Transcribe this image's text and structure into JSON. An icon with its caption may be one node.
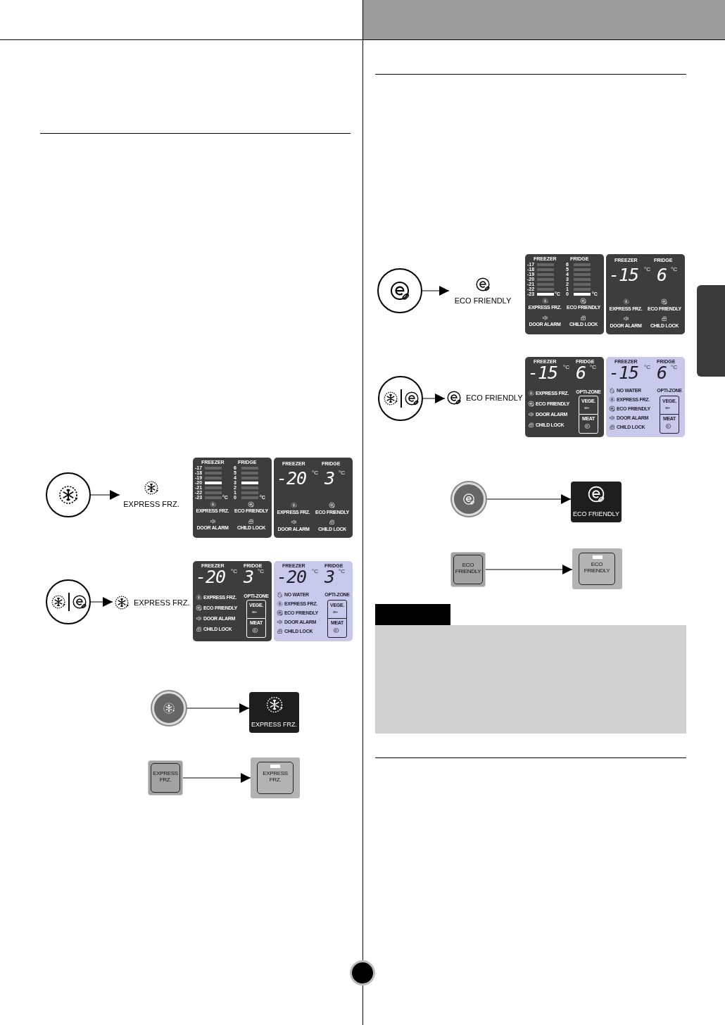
{
  "diagram": {
    "nodes": [
      {
        "text": [],
        "shape": "circle"
      },
      {
        "text": [
          "EXPRESS FRZ."
        ]
      },
      {
        "text": [
          "FREEZER",
          "FRIDGE",
          "-17",
          "6",
          "-18",
          "5",
          "-19",
          "4",
          "-20",
          "3",
          "-21",
          "2",
          "-22",
          "1",
          "-23",
          "°C",
          "0",
          "°C",
          "EXPRESS FRZ.",
          "ECO FRIENDLY",
          "DOOR ALARM",
          "CHILD LOCK"
        ]
      },
      {
        "text": [
          "FREEZER",
          "FRIDGE",
          "-20",
          "°C",
          "3",
          "°C",
          "EXPRESS FRZ.",
          "ECO FRIENDLY",
          "DOOR ALARM",
          "CHILD LOCK"
        ]
      },
      {
        "text": [],
        "shape": "circle"
      },
      {
        "text": [
          "EXPRESS FRZ."
        ]
      },
      {
        "text": [
          "FREEZER",
          "FRIDGE",
          "-20",
          "°C",
          "3",
          "°C",
          "EXPRESS FRZ.",
          "OPTI-ZONE",
          "ECO FRIENDLY",
          "VEGE.",
          "DOOR ALARM",
          "MEAT",
          "CHILD LOCK"
        ]
      },
      {
        "text": [
          "FREEZER",
          "FRIDGE",
          "-20",
          "°C",
          "3",
          "°C",
          "NO WATER",
          "OPTI-ZONE",
          "EXPRESS FRZ.",
          "ECO FRIENDLY",
          "VEGE.",
          "DOOR ALARM",
          "MEAT",
          "CHILD LOCK"
        ]
      },
      {
        "text": [],
        "shape": "circle"
      },
      {
        "text": [
          "EXPRESS FRZ."
        ]
      },
      {
        "text": [
          "EXPRESS FRZ."
        ]
      },
      {
        "text": [
          "EXPRESS FRZ."
        ]
      },
      {
        "text": [],
        "shape": "circle"
      },
      {
        "text": [
          "ECO FRIENDLY"
        ]
      },
      {
        "text": [
          "FREEZER",
          "FRIDGE",
          "-17",
          "6",
          "-18",
          "5",
          "-19",
          "4",
          "-20",
          "3",
          "-21",
          "2",
          "-22",
          "1",
          "-23",
          "°C",
          "0",
          "°C",
          "EXPRESS FRZ.",
          "ECO FRIENDLY",
          "DOOR ALARM",
          "CHILD LOCK"
        ]
      },
      {
        "text": [
          "FREEZER",
          "FRIDGE",
          "-15",
          "°C",
          "6",
          "°C",
          "EXPRESS FRZ.",
          "ECO FRIENDLY",
          "DOOR ALARM",
          "CHILD LOCK"
        ]
      },
      {
        "text": [],
        "shape": "circle"
      },
      {
        "text": [
          "ECO FRIENDLY"
        ]
      },
      {
        "text": [
          "FREEZER",
          "FRIDGE",
          "-15",
          "°C",
          "6",
          "°C",
          "EXPRESS FRZ.",
          "OPTI-ZONE",
          "ECO FRIENDLY",
          "VEGE.",
          "DOOR ALARM",
          "MEAT",
          "CHILD LOCK"
        ]
      },
      {
        "text": [
          "FREEZER",
          "FRIDGE",
          "-15",
          "°C",
          "6",
          "°C",
          "NO WATER",
          "OPTI-ZONE",
          "EXPRESS FRZ.",
          "ECO FRIENDLY",
          "VEGE.",
          "DOOR ALARM",
          "MEAT",
          "CHILD LOCK"
        ]
      },
      {
        "text": [],
        "shape": "circle"
      },
      {
        "text": [
          "ECO FRIENDLY"
        ]
      },
      {
        "text": [
          "ECO FRIENDLY"
        ]
      },
      {
        "text": [
          "ECO FRIENDLY"
        ]
      },
      {
        "text": [],
        "shape": "box"
      },
      {
        "text": [],
        "shape": "box"
      },
      {
        "text": [],
        "shape": "box"
      }
    ],
    "edges": [
      {
        "from": 0,
        "to": 1,
        "arrow": "to"
      },
      {
        "from": 4,
        "to": 5,
        "arrow": "to"
      },
      {
        "from": 8,
        "to": 9,
        "arrow": "to"
      },
      {
        "from": 10,
        "to": 11,
        "arrow": "to"
      },
      {
        "from": 12,
        "to": 13,
        "arrow": "to"
      },
      {
        "from": 16,
        "to": 17,
        "arrow": "to"
      },
      {
        "from": 20,
        "to": 21,
        "arrow": "to"
      },
      {
        "from": 22,
        "to": 23,
        "arrow": "to"
      }
    ]
  }
}
